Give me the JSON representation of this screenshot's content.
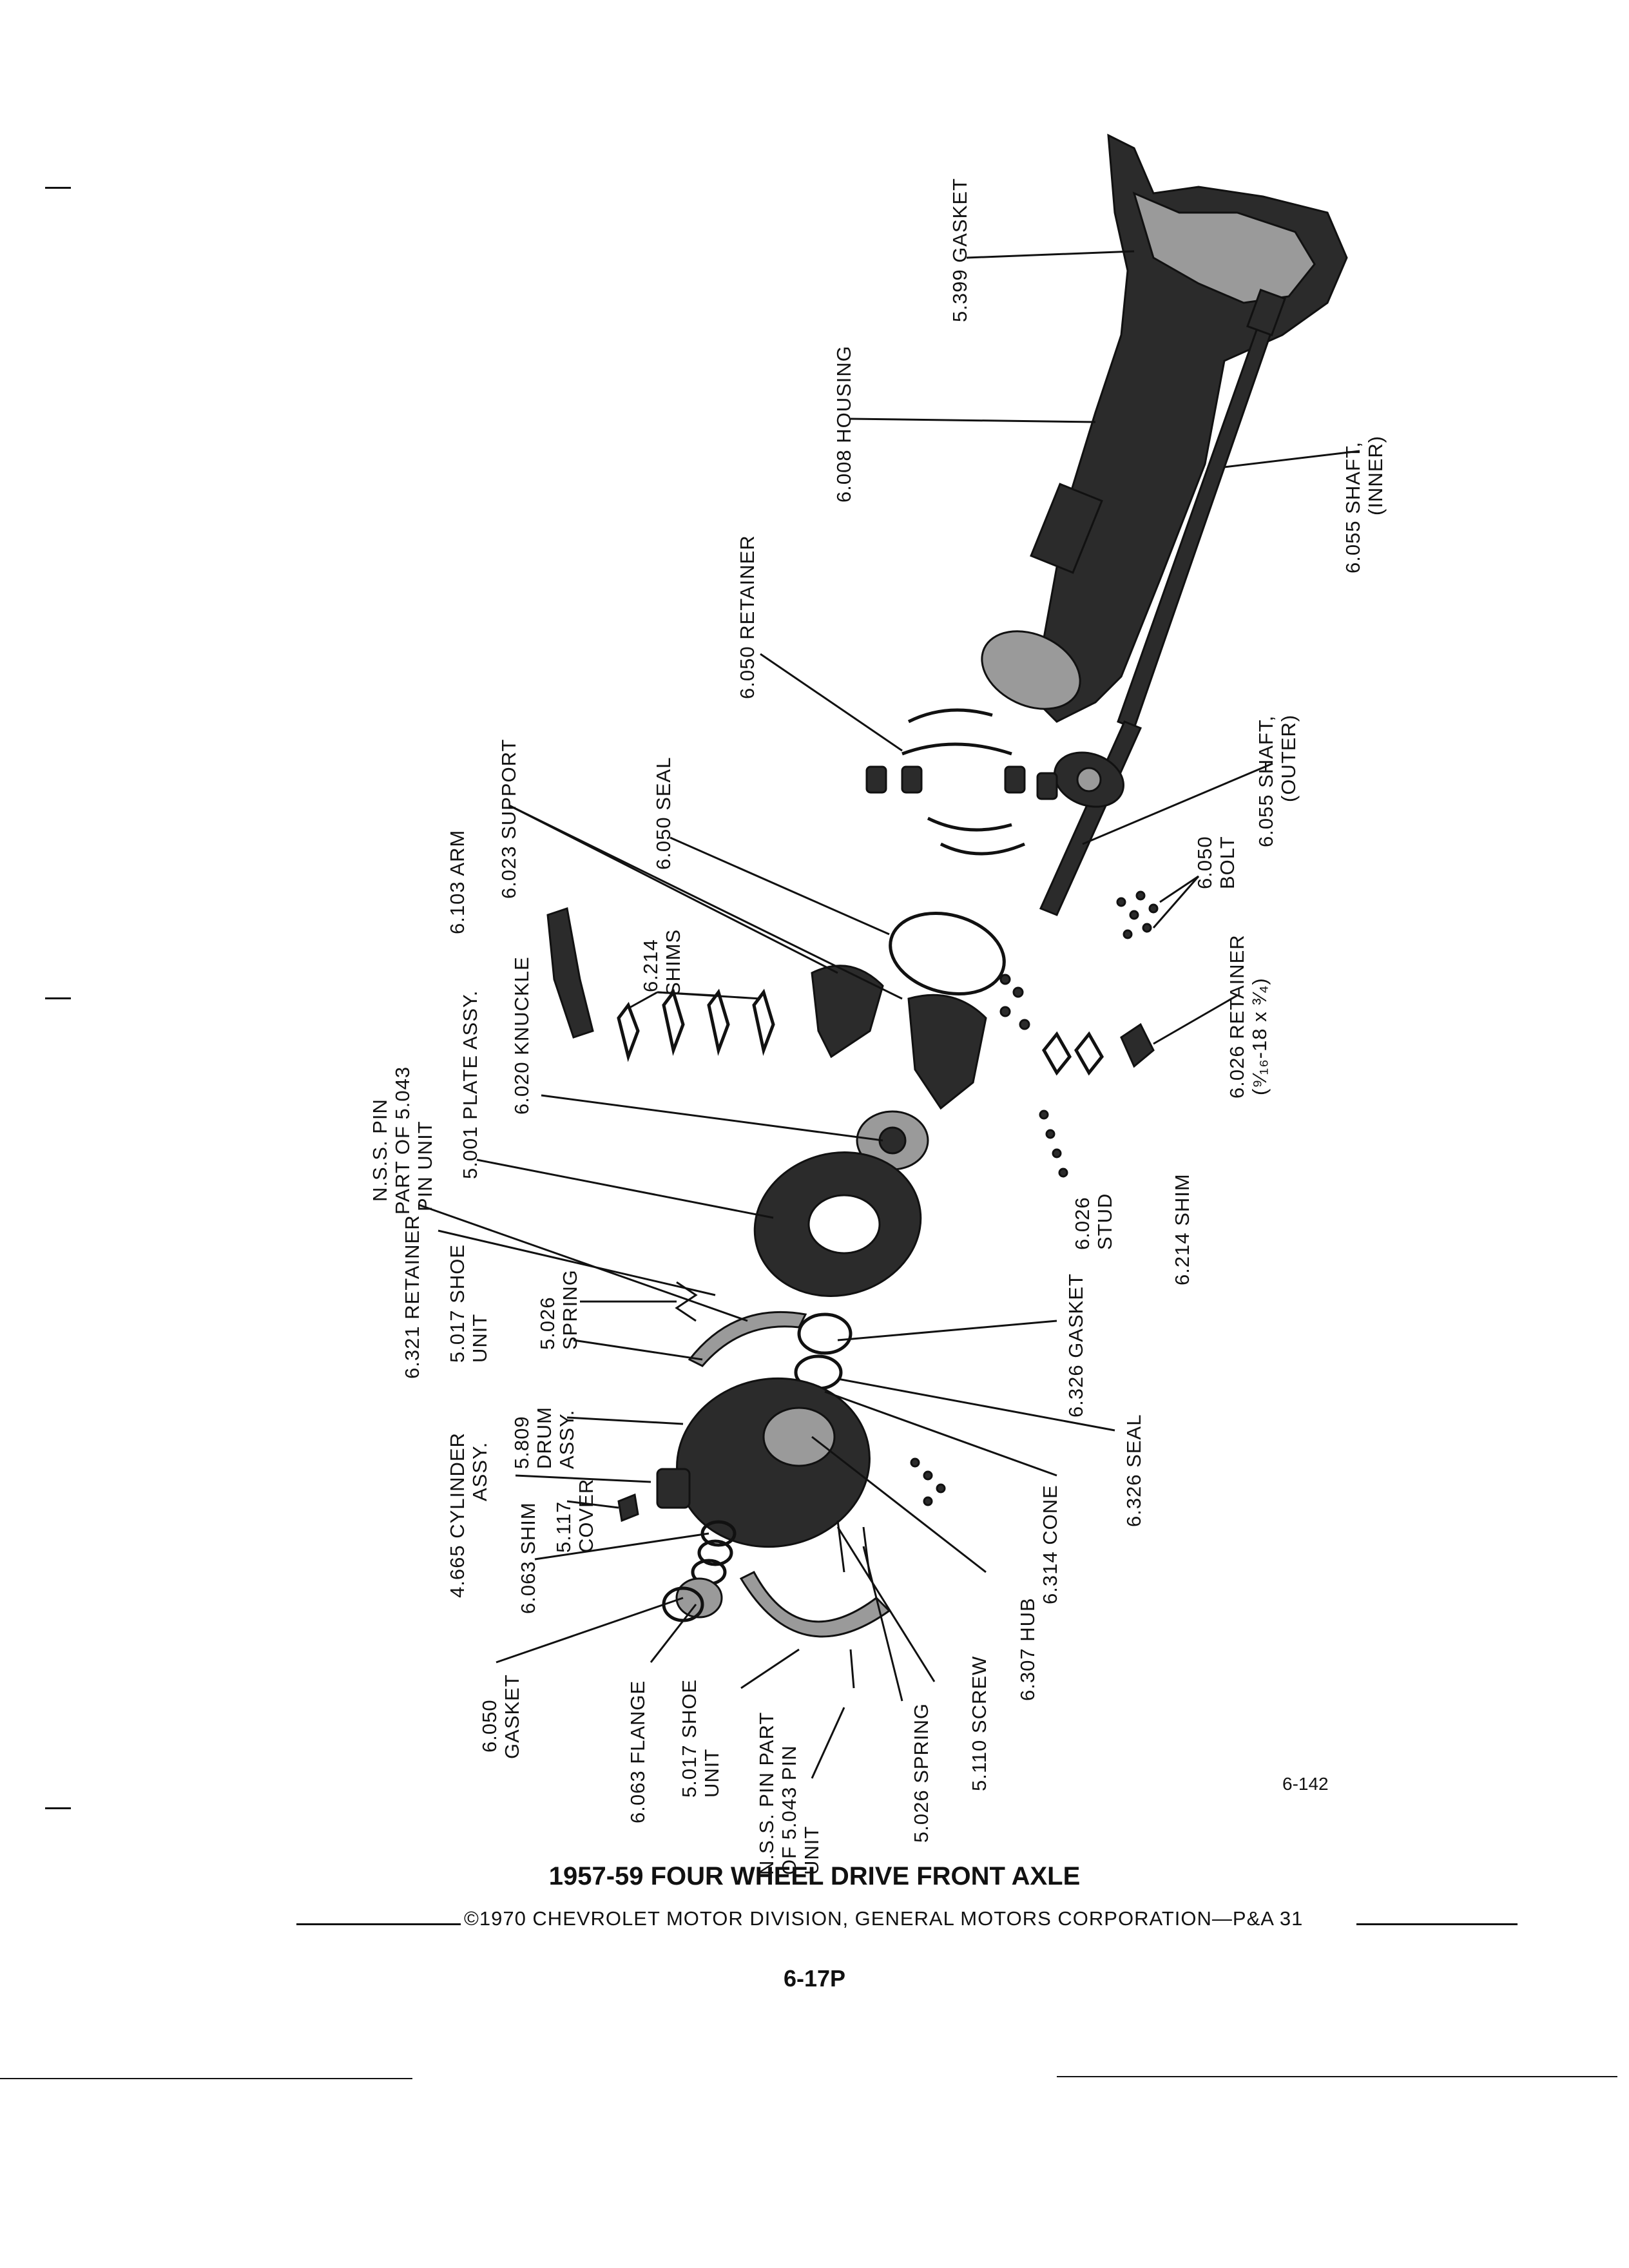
{
  "title": "1957-59 FOUR WHEEL DRIVE FRONT AXLE",
  "copyright": "©1970 CHEVROLET MOTOR DIVISION, GENERAL MOTORS CORPORATION—P&A 31",
  "page_number": "6-17P",
  "figure_number": "6-142",
  "labels": {
    "gasket_5399": "5.399 GASKET",
    "housing_6008": "6.008 HOUSING",
    "shaft_inner_1": "6.055 SHAFT,",
    "shaft_inner_2": "(INNER)",
    "retainer_6050": "6.050 RETAINER",
    "shaft_outer_1": "6.055 SHAFT,",
    "shaft_outer_2": "(OUTER)",
    "seal_6050": "6.050 SEAL",
    "bolt_6050_1": "6.050",
    "bolt_6050_2": "BOLT",
    "support_6023": "6.023 SUPPORT",
    "arm_6103": "6.103 ARM",
    "shims_6214_1": "6.214",
    "shims_6214_2": "SHIMS",
    "retainer_6026_1": "6.026 RETAINER",
    "retainer_6026_2": "(⁹⁄₁₆-18 x ³⁄₄)",
    "nss_pin_1": "N.S.S. PIN",
    "nss_pin_2": "PART OF 5.043",
    "nss_pin_3": "PIN UNIT",
    "plate_5001": "5.001 PLATE ASSY.",
    "knuckle_6020": "6.020 KNUCKLE",
    "stud_6026_1": "6.026",
    "stud_6026_2": "STUD",
    "shim_6214": "6.214 SHIM",
    "retainer_6321": "6.321 RETAINER",
    "shoe_5017_a1": "5.017 SHOE",
    "shoe_5017_a2": "UNIT",
    "spring_5026_a1": "5.026",
    "spring_5026_a2": "SPRING",
    "gasket_6326": "6.326 GASKET",
    "seal_6326": "6.326 SEAL",
    "drum_5809_1": "5.809",
    "drum_5809_2": "DRUM",
    "drum_5809_3": "ASSY.",
    "cylinder_4665_1": "4.665 CYLINDER",
    "cylinder_4665_2": "ASSY.",
    "shim_6063": "6.063 SHIM",
    "cover_5117_1": "5.117",
    "cover_5117_2": "COVER",
    "cone_6314": "6.314 CONE",
    "hub_6307": "6.307 HUB",
    "gasket_6050_1": "6.050",
    "gasket_6050_2": "GASKET",
    "flange_6063": "6.063 FLANGE",
    "shoe_5017_b1": "5.017 SHOE",
    "shoe_5017_b2": "UNIT",
    "nss_pin_b1": "N.S.S. PIN PART",
    "nss_pin_b2": "OF 5.043 PIN",
    "nss_pin_b3": "UNIT",
    "spring_5026_b": "5.026 SPRING",
    "screw_5110": "5.110 SCREW"
  }
}
